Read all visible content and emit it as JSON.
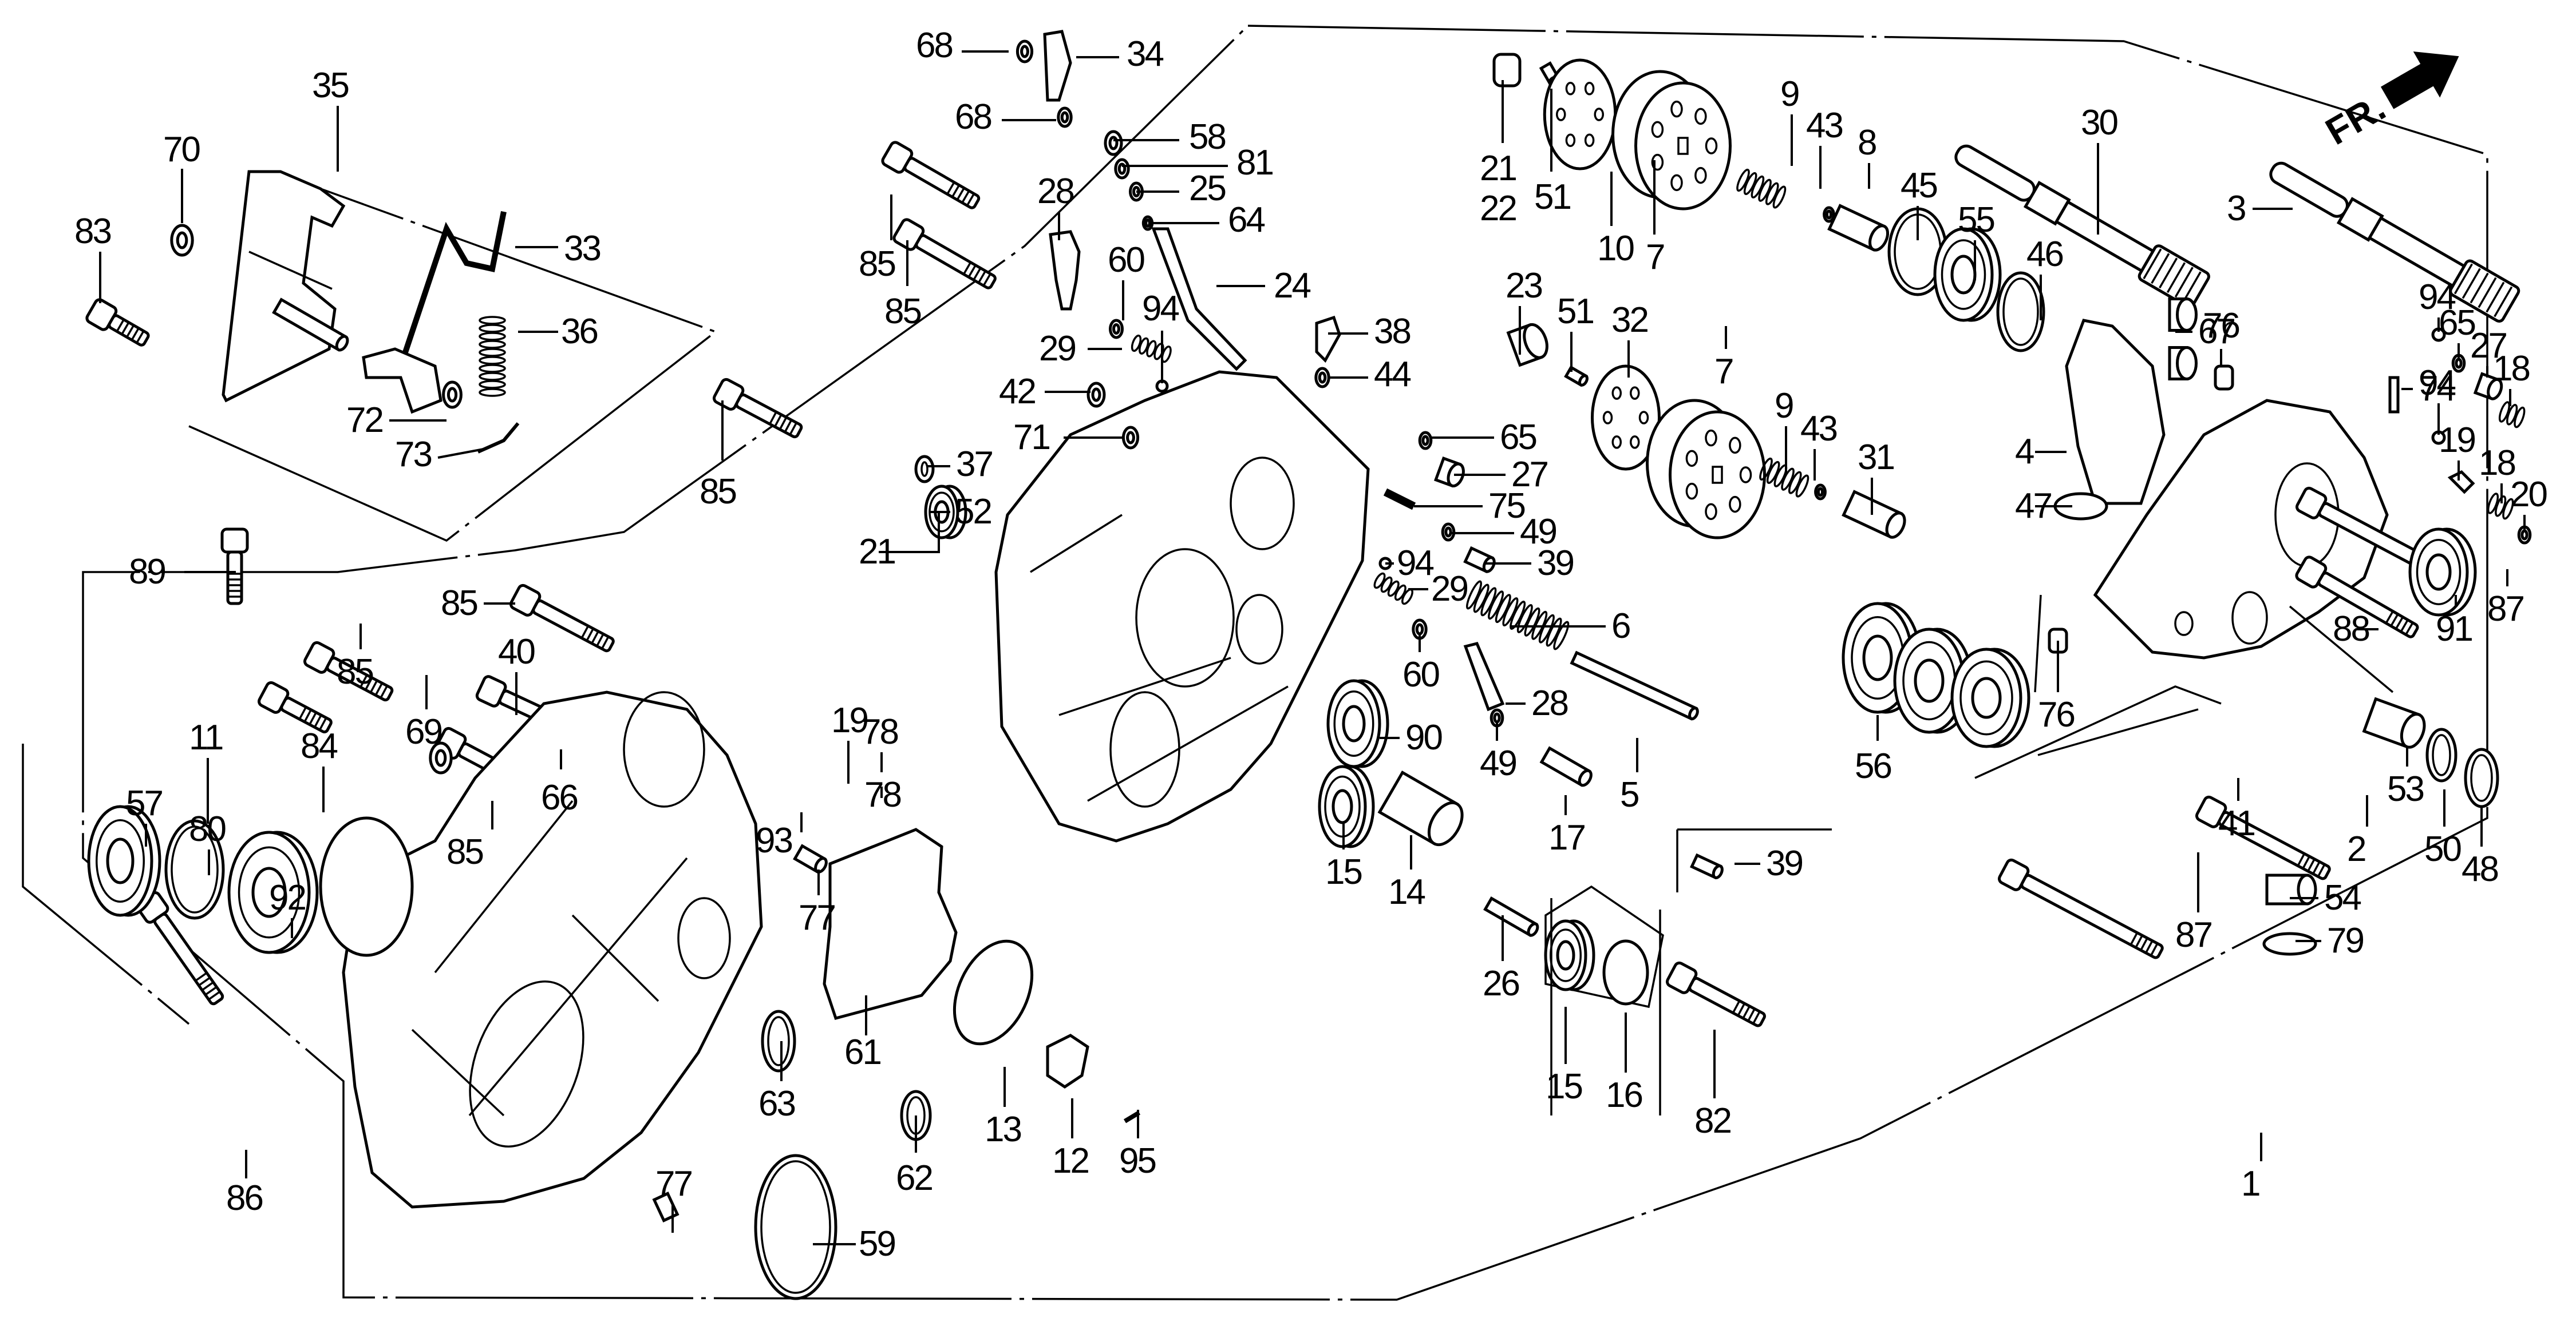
{
  "diagram": {
    "title": "Transmission / gear case exploded parts diagram",
    "orientation_marker": {
      "text": "FR.",
      "icon": "front-direction-arrow-icon"
    },
    "callouts": [
      {
        "id": "c35",
        "number": "35"
      },
      {
        "id": "c70",
        "number": "70"
      },
      {
        "id": "c83",
        "number": "83"
      },
      {
        "id": "c33",
        "number": "33"
      },
      {
        "id": "c36",
        "number": "36"
      },
      {
        "id": "c72",
        "number": "72"
      },
      {
        "id": "c73",
        "number": "73"
      },
      {
        "id": "c85a",
        "number": "85"
      },
      {
        "id": "c89",
        "number": "89"
      },
      {
        "id": "c85b",
        "number": "85"
      },
      {
        "id": "c85c",
        "number": "85"
      },
      {
        "id": "c40",
        "number": "40"
      },
      {
        "id": "c69",
        "number": "69"
      },
      {
        "id": "c66",
        "number": "66"
      },
      {
        "id": "c85d",
        "number": "85"
      },
      {
        "id": "c11",
        "number": "11"
      },
      {
        "id": "c84",
        "number": "84"
      },
      {
        "id": "c57",
        "number": "57"
      },
      {
        "id": "c80",
        "number": "80"
      },
      {
        "id": "c92",
        "number": "92"
      },
      {
        "id": "c86",
        "number": "86"
      },
      {
        "id": "c77a",
        "number": "77"
      },
      {
        "id": "c59",
        "number": "59"
      },
      {
        "id": "c68a",
        "number": "68"
      },
      {
        "id": "c34",
        "number": "34"
      },
      {
        "id": "c68b",
        "number": "68"
      },
      {
        "id": "c58",
        "number": "58"
      },
      {
        "id": "c81",
        "number": "81"
      },
      {
        "id": "c25",
        "number": "25"
      },
      {
        "id": "c64",
        "number": "64"
      },
      {
        "id": "c85e",
        "number": "85"
      },
      {
        "id": "c85f",
        "number": "85"
      },
      {
        "id": "c28a",
        "number": "28"
      },
      {
        "id": "c60a",
        "number": "60"
      },
      {
        "id": "c24",
        "number": "24"
      },
      {
        "id": "c94a",
        "number": "94"
      },
      {
        "id": "c29a",
        "number": "29"
      },
      {
        "id": "c42",
        "number": "42"
      },
      {
        "id": "c71",
        "number": "71"
      },
      {
        "id": "c37",
        "number": "37"
      },
      {
        "id": "c52",
        "number": "52"
      },
      {
        "id": "c21a",
        "number": "21"
      },
      {
        "id": "c19a",
        "number": "19"
      },
      {
        "id": "c78a",
        "number": "78"
      },
      {
        "id": "c78b",
        "number": "78"
      },
      {
        "id": "c93",
        "number": "93"
      },
      {
        "id": "c77b",
        "number": "77"
      },
      {
        "id": "c61",
        "number": "61"
      },
      {
        "id": "c63",
        "number": "63"
      },
      {
        "id": "c62",
        "number": "62"
      },
      {
        "id": "c13",
        "number": "13"
      },
      {
        "id": "c12",
        "number": "12"
      },
      {
        "id": "c95",
        "number": "95"
      },
      {
        "id": "c38",
        "number": "38"
      },
      {
        "id": "c44",
        "number": "44"
      },
      {
        "id": "c65a",
        "number": "65"
      },
      {
        "id": "c27a",
        "number": "27"
      },
      {
        "id": "c75",
        "number": "75"
      },
      {
        "id": "c49a",
        "number": "49"
      },
      {
        "id": "c39a",
        "number": "39"
      },
      {
        "id": "c94b",
        "number": "94"
      },
      {
        "id": "c29b",
        "number": "29"
      },
      {
        "id": "c6",
        "number": "6"
      },
      {
        "id": "c60b",
        "number": "60"
      },
      {
        "id": "c28b",
        "number": "28"
      },
      {
        "id": "c90",
        "number": "90"
      },
      {
        "id": "c49b",
        "number": "49"
      },
      {
        "id": "c5",
        "number": "5"
      },
      {
        "id": "c17",
        "number": "17"
      },
      {
        "id": "c15a",
        "number": "15"
      },
      {
        "id": "c14",
        "number": "14"
      },
      {
        "id": "c26",
        "number": "26"
      },
      {
        "id": "c39b",
        "number": "39"
      },
      {
        "id": "c15b",
        "number": "15"
      },
      {
        "id": "c16",
        "number": "16"
      },
      {
        "id": "c82",
        "number": "82"
      },
      {
        "id": "c21b",
        "number": "21"
      },
      {
        "id": "c22",
        "number": "22"
      },
      {
        "id": "c51a",
        "number": "51"
      },
      {
        "id": "c10",
        "number": "10"
      },
      {
        "id": "c7a",
        "number": "7"
      },
      {
        "id": "c23",
        "number": "23"
      },
      {
        "id": "c51b",
        "number": "51"
      },
      {
        "id": "c32",
        "number": "32"
      },
      {
        "id": "c7b",
        "number": "7"
      },
      {
        "id": "c9a",
        "number": "9"
      },
      {
        "id": "c43a",
        "number": "43"
      },
      {
        "id": "c8",
        "number": "8"
      },
      {
        "id": "c45",
        "number": "45"
      },
      {
        "id": "c55",
        "number": "55"
      },
      {
        "id": "c46",
        "number": "46"
      },
      {
        "id": "c30",
        "number": "30"
      },
      {
        "id": "c9b",
        "number": "9"
      },
      {
        "id": "c43b",
        "number": "43"
      },
      {
        "id": "c31",
        "number": "31"
      },
      {
        "id": "c4",
        "number": "4"
      },
      {
        "id": "c47",
        "number": "47"
      },
      {
        "id": "c56",
        "number": "56"
      },
      {
        "id": "c76a",
        "number": "76"
      },
      {
        "id": "c76b",
        "number": "76"
      },
      {
        "id": "c3",
        "number": "3"
      },
      {
        "id": "c67",
        "number": "67"
      },
      {
        "id": "c74",
        "number": "74"
      },
      {
        "id": "c94c",
        "number": "94"
      },
      {
        "id": "c65b",
        "number": "65"
      },
      {
        "id": "c27b",
        "number": "27"
      },
      {
        "id": "c18a",
        "number": "18"
      },
      {
        "id": "c94d",
        "number": "94"
      },
      {
        "id": "c19b",
        "number": "19"
      },
      {
        "id": "c18b",
        "number": "18"
      },
      {
        "id": "c20",
        "number": "20"
      },
      {
        "id": "c87a",
        "number": "87"
      },
      {
        "id": "c91",
        "number": "91"
      },
      {
        "id": "c88",
        "number": "88"
      },
      {
        "id": "c53",
        "number": "53"
      },
      {
        "id": "c50",
        "number": "50"
      },
      {
        "id": "c48",
        "number": "48"
      },
      {
        "id": "c41",
        "number": "41"
      },
      {
        "id": "c2",
        "number": "2"
      },
      {
        "id": "c87b",
        "number": "87"
      },
      {
        "id": "c54",
        "number": "54"
      },
      {
        "id": "c79",
        "number": "79"
      },
      {
        "id": "c1",
        "number": "1"
      }
    ]
  }
}
